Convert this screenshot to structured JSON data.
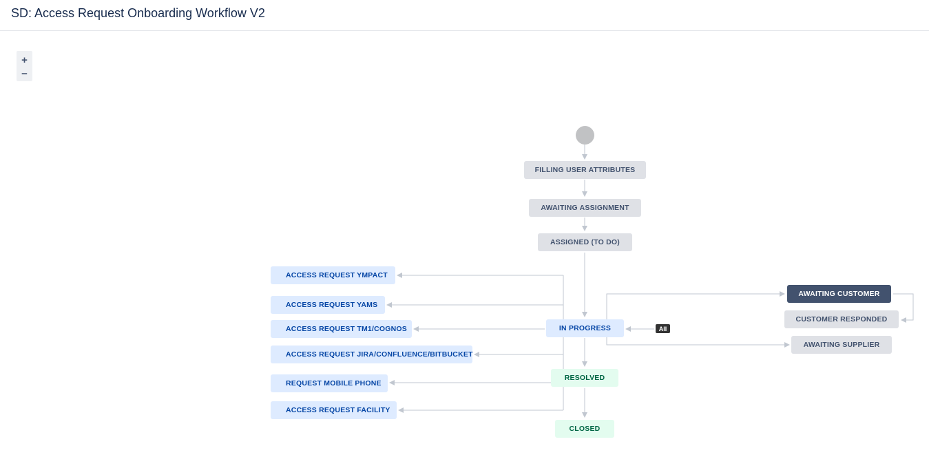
{
  "page": {
    "title": "SD: Access Request Onboarding Workflow V2"
  },
  "zoom": {
    "in_label": "+",
    "out_label": "−"
  },
  "global_transition_label": "All",
  "colors": {
    "todo_bg": "#dfe1e6",
    "in_progress_bg": "#deebff",
    "done_bg": "#e3fcef",
    "awaiting_customer_bg": "#42526e",
    "connector": "#c1c7d0"
  },
  "statuses": {
    "filling_user_attributes": "FILLING USER ATTRIBUTES",
    "awaiting_assignment": "AWAITING ASSIGNMENT",
    "assigned_to_do": "ASSIGNED (TO DO)",
    "in_progress": "IN PROGRESS",
    "resolved": "RESOLVED",
    "closed": "CLOSED",
    "access_request_ympact": "ACCESS REQUEST YMPACT",
    "access_request_yams": "ACCESS REQUEST YAMS",
    "access_request_tm1_cognos": "ACCESS REQUEST TM1/COGNOS",
    "access_request_jira": "ACCESS REQUEST JIRA/CONFLUENCE/BITBUCKET",
    "request_mobile_phone": "REQUEST MOBILE PHONE",
    "access_request_facility": "ACCESS REQUEST FACILITY",
    "awaiting_customer": "AWAITING CUSTOMER",
    "customer_responded": "CUSTOMER RESPONDED",
    "awaiting_supplier": "AWAITING SUPPLIER"
  }
}
